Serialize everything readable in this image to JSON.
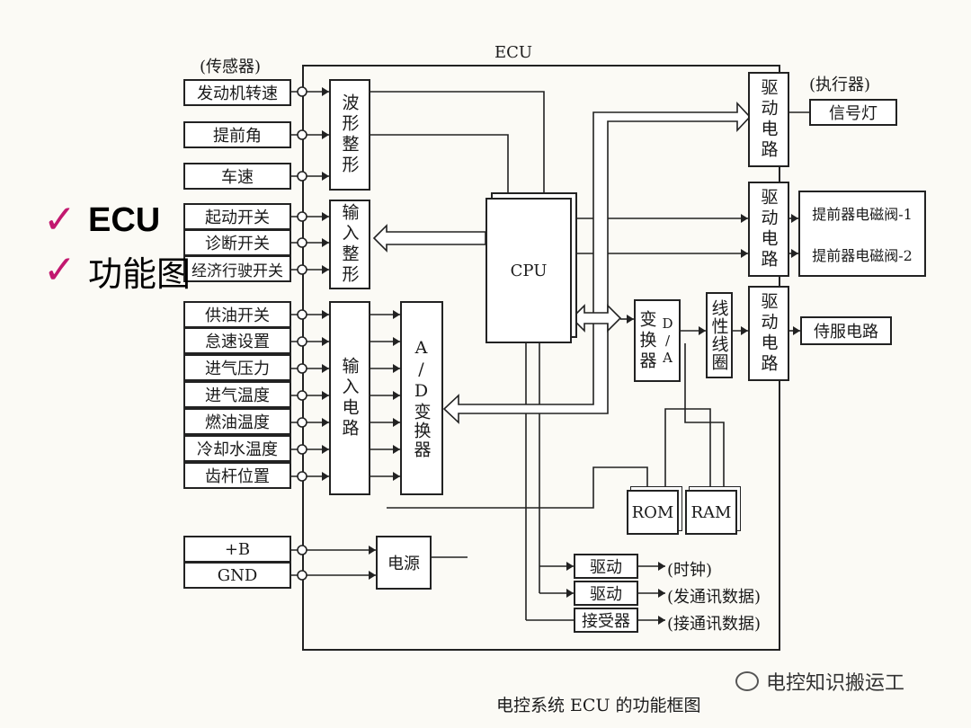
{
  "title": "ECU",
  "sensor_group_label": "(传感器)",
  "actuator_group_label": "(执行器)",
  "sensors": {
    "s1": "发动机转速",
    "s2": "提前角",
    "s3": "车速",
    "s4": "起动开关",
    "s5": "诊断开关",
    "s6": "经济行驶开关",
    "s7": "供油开关",
    "s8": "怠速设置",
    "s9": "进气压力",
    "s10": "进气温度",
    "s11": "燃油温度",
    "s12": "冷却水温度",
    "s13": "齿杆位置"
  },
  "power_inputs": {
    "p1": "+B",
    "p2": "GND"
  },
  "blocks": {
    "waveform": "波形整形",
    "input_shaping": "输入整形",
    "input_circuit": "输入电路",
    "ad_converter": "A/D变换器",
    "cpu": "CPU",
    "driver": "驱动电路",
    "da_converter": "变换器",
    "da_label": "D/A",
    "linear_coil": "线性线圈",
    "rom": "ROM",
    "ram": "RAM",
    "power": "电源",
    "drive1": "驱动",
    "drive2": "驱动",
    "receiver": "接受器"
  },
  "outputs": {
    "signal_lamp": "信号灯",
    "solenoid1": "提前器电磁阀-1",
    "solenoid2": "提前器电磁阀-2",
    "servo": "侍服电路",
    "clock": "(时钟)",
    "send": "(发通讯数据)",
    "receive": "(接通讯数据)"
  },
  "caption": "电控系统 ECU 的功能框图",
  "overlay": {
    "line1": "ECU",
    "line2": "功能图"
  },
  "watermark": "电控知识搬运工",
  "colors": {
    "check": "#c2186f",
    "line": "#222222"
  }
}
